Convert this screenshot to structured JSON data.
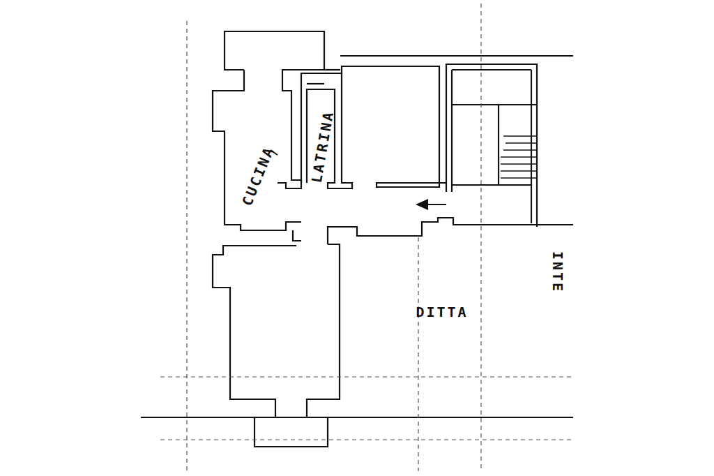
{
  "diagram": {
    "labels": [
      "CUCINA",
      "LATRINA",
      "DITTA",
      "INTE"
    ]
  }
}
